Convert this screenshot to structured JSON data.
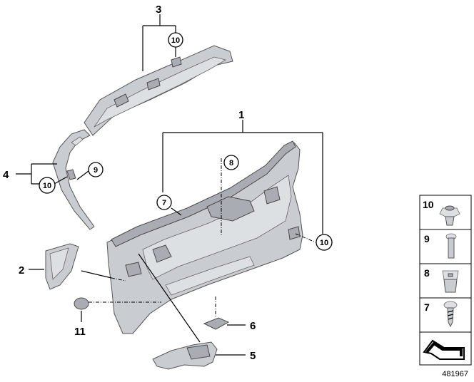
{
  "callouts": {
    "c1": "1",
    "c2": "2",
    "c3": "3",
    "c4": "4",
    "c5": "5",
    "c6": "6",
    "c7": "7",
    "c8": "8",
    "c9": "9",
    "c10a": "10",
    "c10b": "10",
    "c10c": "10",
    "c11": "11"
  },
  "legend": {
    "items": [
      "10",
      "9",
      "8",
      "7"
    ]
  },
  "document_number": "481967",
  "colors": {
    "part": "#c9ccd0",
    "part_dark": "#a9adb3",
    "line": "#000000"
  }
}
